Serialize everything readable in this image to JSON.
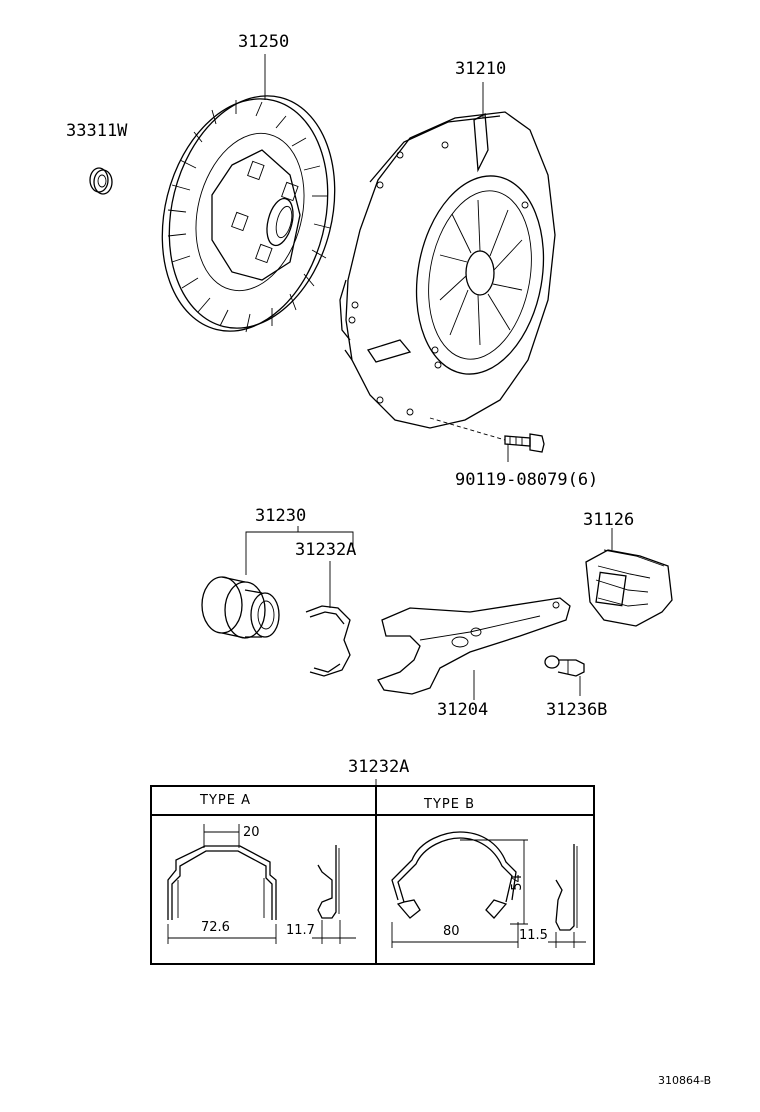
{
  "parts": {
    "bearing_pilot": "33311W",
    "clutch_disc": "31250",
    "clutch_cover": "31210",
    "bolt": "90119-08079(6)",
    "release_bearing_hub": "31230",
    "clip": "31232A",
    "boot": "31126",
    "release_fork": "31204",
    "fork_pivot": "31236B"
  },
  "table": {
    "title": "31232A",
    "type_a": {
      "heading": "TYPE  A",
      "dim_top": "20",
      "dim_width": "72.6",
      "dim_side": "11.7"
    },
    "type_b": {
      "heading": "TYPE   B",
      "dim_height": "54",
      "dim_width": "80",
      "dim_side": "11.5"
    }
  },
  "figure_code": "310864-B"
}
